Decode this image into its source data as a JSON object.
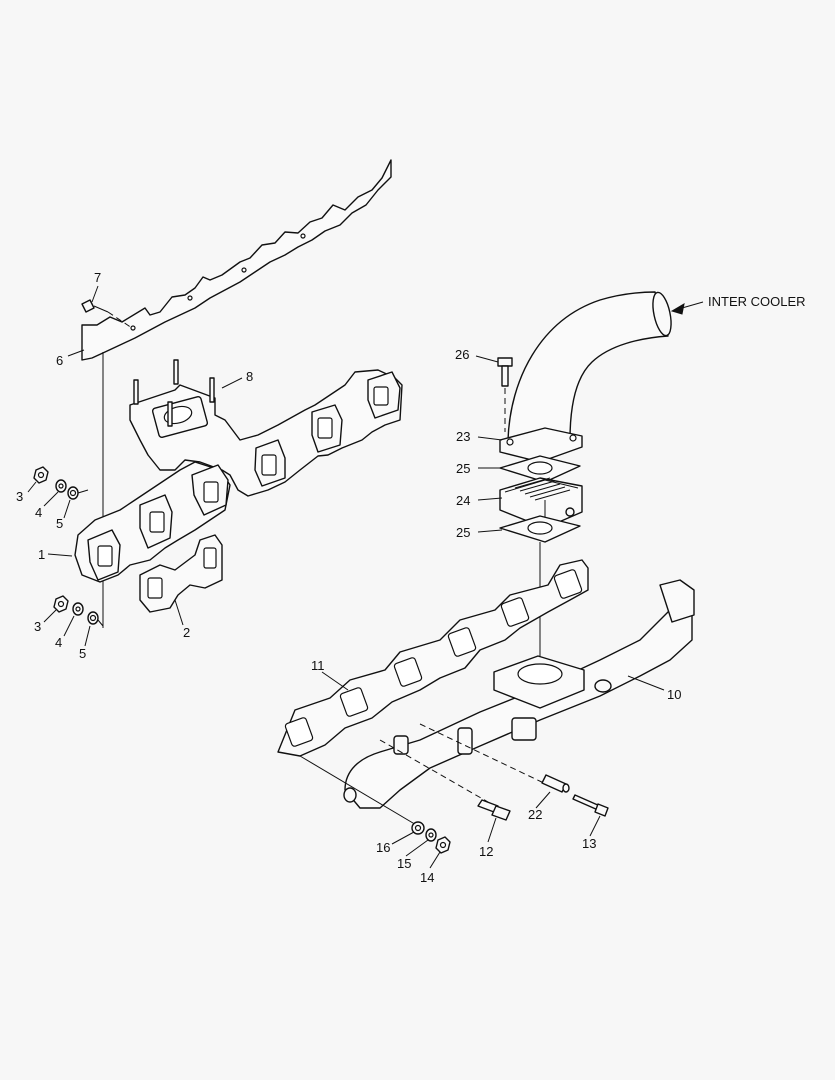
{
  "callouts": [
    {
      "id": "c7",
      "text": "7"
    },
    {
      "id": "c6",
      "text": "6"
    },
    {
      "id": "c8",
      "text": "8"
    },
    {
      "id": "c3a",
      "text": "3"
    },
    {
      "id": "c4a",
      "text": "4"
    },
    {
      "id": "c5a",
      "text": "5"
    },
    {
      "id": "c1",
      "text": "1"
    },
    {
      "id": "c2",
      "text": "2"
    },
    {
      "id": "c3b",
      "text": "3"
    },
    {
      "id": "c4b",
      "text": "4"
    },
    {
      "id": "c5b",
      "text": "5"
    },
    {
      "id": "c26",
      "text": "26"
    },
    {
      "id": "c23",
      "text": "23"
    },
    {
      "id": "c25a",
      "text": "25"
    },
    {
      "id": "c24",
      "text": "24"
    },
    {
      "id": "c25b",
      "text": "25"
    },
    {
      "id": "c11",
      "text": "11"
    },
    {
      "id": "c10",
      "text": "10"
    },
    {
      "id": "c16",
      "text": "16"
    },
    {
      "id": "c15",
      "text": "15"
    },
    {
      "id": "c14",
      "text": "14"
    },
    {
      "id": "c12",
      "text": "12"
    },
    {
      "id": "c22",
      "text": "22"
    },
    {
      "id": "c13",
      "text": "13"
    }
  ],
  "annotation": {
    "inter_cooler": "INTER COOLER"
  }
}
